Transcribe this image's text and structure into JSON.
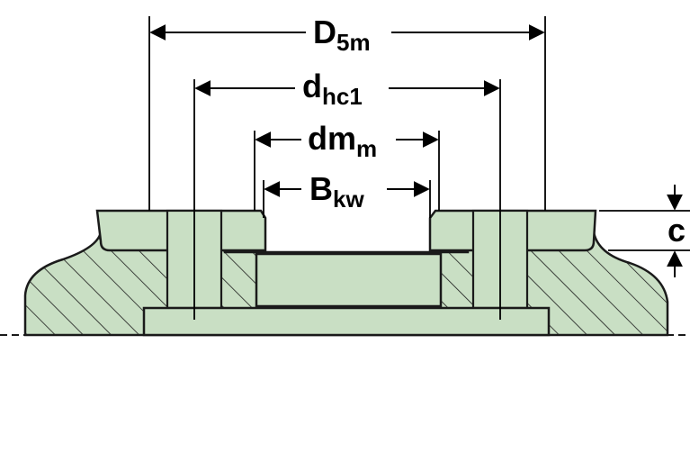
{
  "dimensions": {
    "D5m": {
      "main": "D",
      "sub": "5m"
    },
    "dhc1": {
      "main": "d",
      "sub": "hc1"
    },
    "dmm": {
      "main": "dm",
      "sub": "m"
    },
    "Bkw": {
      "main": "B",
      "sub": "kw"
    },
    "c": {
      "main": "c"
    }
  },
  "colors": {
    "part_fill": "#c9dfc4",
    "outline": "#1a1a1a",
    "background": "#ffffff"
  }
}
